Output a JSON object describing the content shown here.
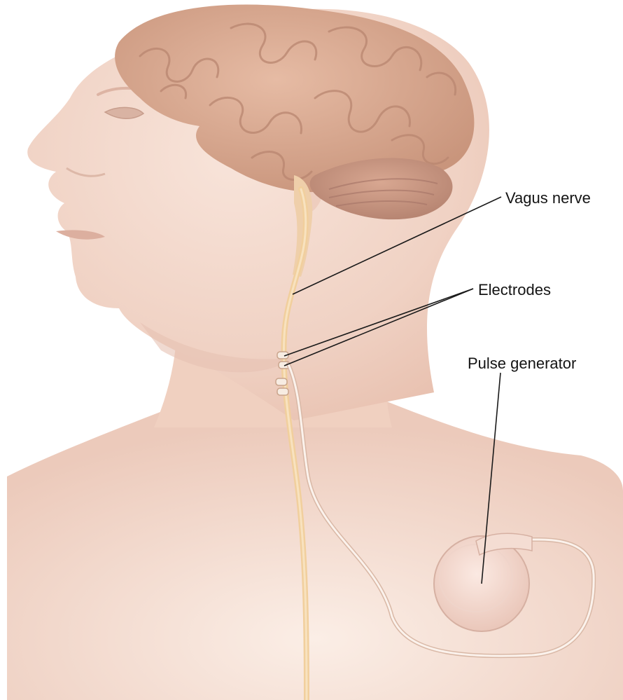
{
  "labels": {
    "vagus_nerve": "Vagus nerve",
    "electrodes": "Electrodes",
    "pulse_generator": "Pulse generator"
  },
  "colors": {
    "skin": "#f3d7ca",
    "skin_shadow": "#e2b9a8",
    "brain": "#d9a990",
    "brain_shadow": "#b88670",
    "nerve": "#f2d2a4",
    "lead_wire": "#f7ece4",
    "device": "#f3d6cc",
    "leader_line": "#1a1a1a"
  }
}
